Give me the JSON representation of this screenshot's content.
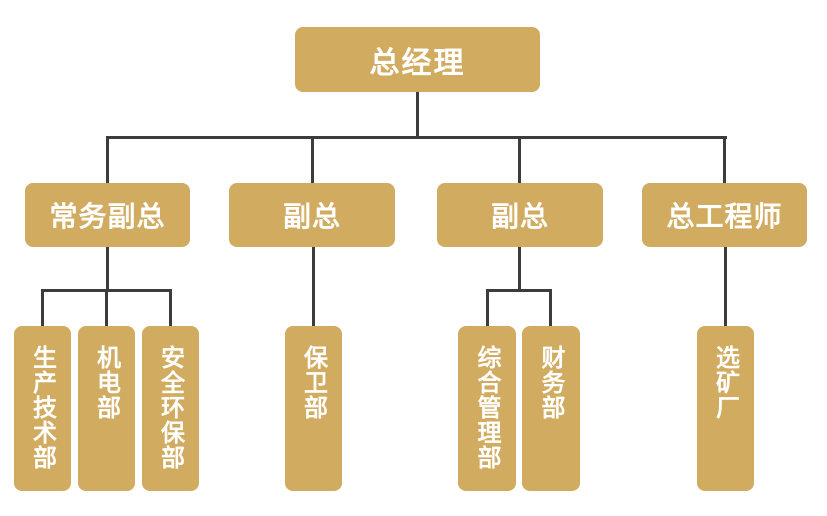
{
  "colors": {
    "box": "#d0ab60",
    "line": "#3c3c3c",
    "text": "#ffffff",
    "background": "#ffffff"
  },
  "org_chart": {
    "root": {
      "label": "总经理"
    },
    "managers": [
      {
        "label": "常务副总"
      },
      {
        "label": "副总"
      },
      {
        "label": "副总"
      },
      {
        "label": "总工程师"
      }
    ],
    "departments": [
      {
        "label": "生产技术部",
        "parent": "常务副总"
      },
      {
        "label": "机电部",
        "parent": "常务副总"
      },
      {
        "label": "安全环保部",
        "parent": "常务副总"
      },
      {
        "label": "保卫部",
        "parent": "副总"
      },
      {
        "label": "综合管理部",
        "parent": "副总"
      },
      {
        "label": "财务部",
        "parent": "副总"
      },
      {
        "label": "选矿厂",
        "parent": "总工程师"
      }
    ]
  }
}
